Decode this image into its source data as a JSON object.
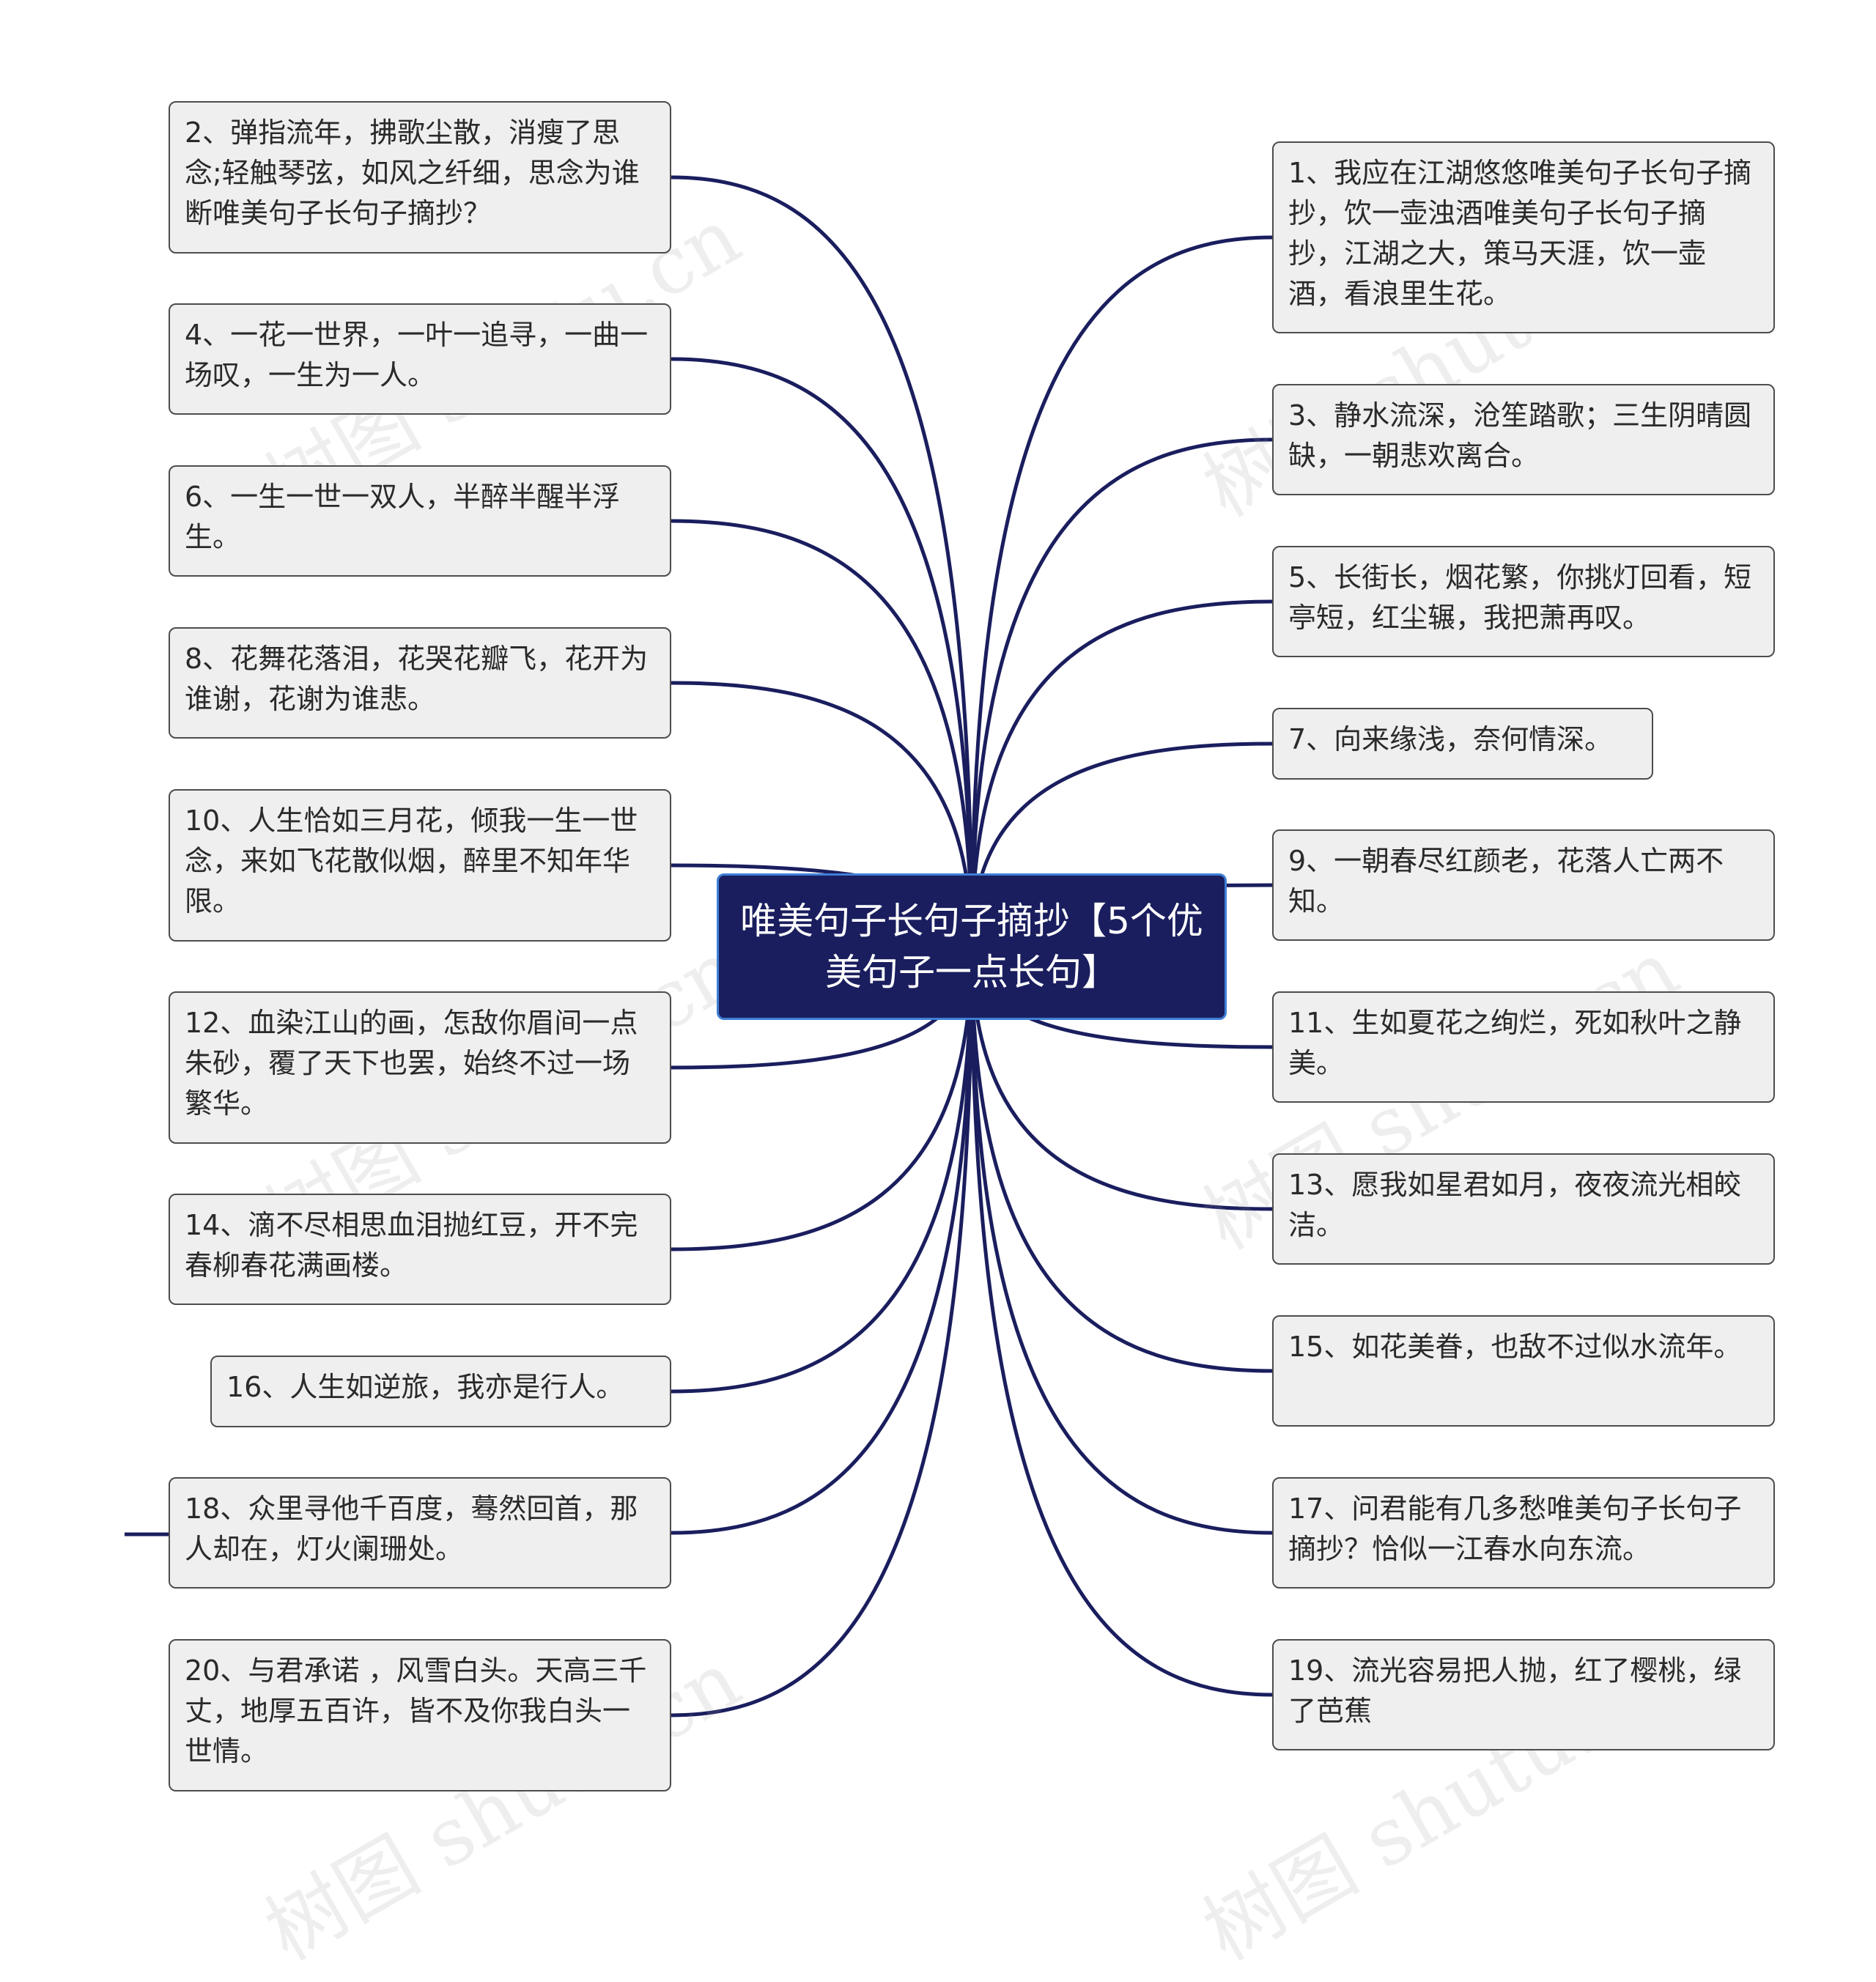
{
  "mindmap": {
    "root": "唯美句子长句子摘抄【5个优美句子一点长句】",
    "left_nodes": [
      "2、弹指流年，拂歌尘散，消瘦了思念;轻触琴弦，如风之纤细，思念为谁断唯美句子长句子摘抄？",
      "4、一花一世界，一叶一追寻，一曲一场叹，一生为一人。",
      "6、一生一世一双人，半醉半醒半浮生。",
      "8、花舞花落泪，花哭花瓣飞，花开为谁谢，花谢为谁悲。",
      "10、人生恰如三月花，倾我一生一世念，来如飞花散似烟，醉里不知年华限。",
      "12、血染江山的画，怎敌你眉间一点朱砂，覆了天下也罢，始终不过一场繁华。",
      "14、滴不尽相思血泪抛红豆，开不完春柳春花满画楼。",
      "16、人生如逆旅，我亦是行人。",
      "18、众里寻他千百度，蓦然回首，那人却在，灯火阑珊处。",
      "20、与君承诺 ，风雪白头。天高三千丈，地厚五百许，皆不及你我白头一世情。"
    ],
    "right_nodes": [
      "1、我应在江湖悠悠唯美句子长句子摘抄，饮一壶浊酒唯美句子长句子摘抄，江湖之大，策马天涯，饮一壶酒，看浪里生花。",
      "3、静水流深，沧笙踏歌；三生阴晴圆缺，一朝悲欢离合。",
      "5、长街长，烟花繁，你挑灯回看，短亭短，红尘辗，我把萧再叹。",
      "7、向来缘浅，奈何情深。",
      "9、一朝春尽红颜老，花落人亡两不知。",
      "11、生如夏花之绚烂，死如秋叶之静美。",
      "13、愿我如星君如月，夜夜流光相皎洁。",
      "15、如花美眷，也敌不过似水流年。",
      "17、问君能有几多愁唯美句子长句子摘抄？恰似一江春水向东流。",
      "19、流光容易把人抛，红了樱桃，绿了芭蕉"
    ]
  },
  "watermark": "树图 shutu.cn",
  "colors": {
    "root_fill": "#1a1e5e",
    "root_border": "#3f7fd6",
    "link": "#1a1e5e",
    "node_fill": "#efefef",
    "node_border": "#4d4d4d"
  }
}
